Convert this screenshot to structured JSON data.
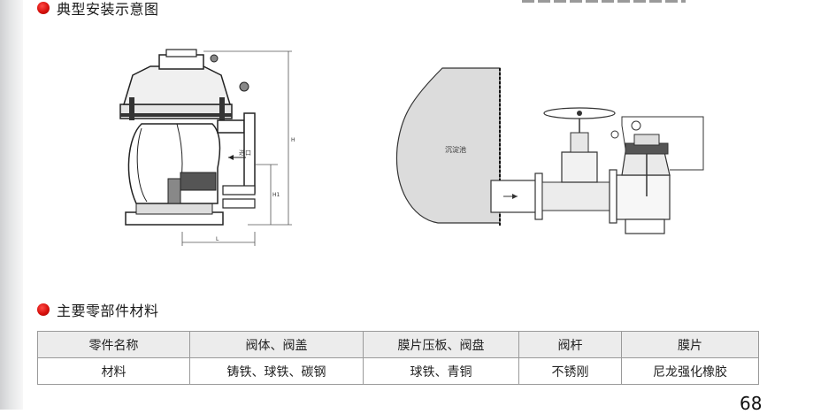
{
  "headings": {
    "install": "典型安装示意图",
    "parts": "主要零部件材料"
  },
  "diagram_left": {
    "flow_label": "进口",
    "dim_h": "H",
    "dim_h1": "H1",
    "dim_l": "L"
  },
  "diagram_right": {
    "tank_label": "沉淀池"
  },
  "table": {
    "header": [
      "零件名称",
      "阀体、阀盖",
      "膜片压板、阀盘",
      "阀杆",
      "膜片"
    ],
    "row": [
      "材料",
      "铸铁、球铁、碳钢",
      "球铁、青铜",
      "不锈刚",
      "尼龙强化橡胶"
    ]
  },
  "page_number": "68",
  "colors": {
    "bullet": "#d7100c",
    "table_border": "#9a9a9a",
    "table_header_bg": "#ececec"
  }
}
